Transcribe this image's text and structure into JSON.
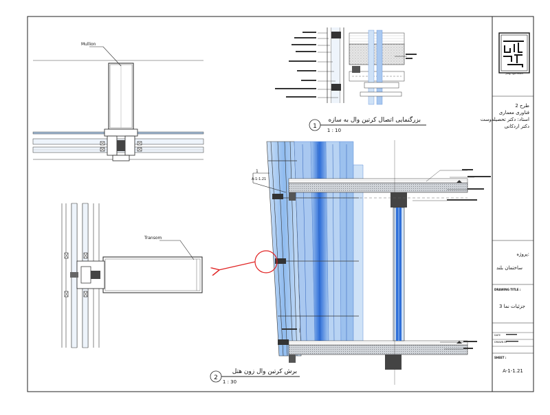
{
  "labels": {
    "mullion": "Mullion",
    "transom": "Transom"
  },
  "views": {
    "view1": {
      "number": "1",
      "title": "بزرگنمایی اتصال کرتین وال به سازه",
      "scale": "1 : 10"
    },
    "view2": {
      "number": "2",
      "title": "برش کرتین وال زون هتل",
      "scale": "1 : 30"
    },
    "callout": {
      "number": "1",
      "ref": "A-1-1.21"
    }
  },
  "title_block": {
    "logo_text": "دانشگاه شهید بهشتی",
    "course": "طرح 2",
    "subject": "فناوری معماری",
    "instructor_1": "استاد: دکتر تحصیلدوست",
    "instructor_2": "دکتر اردکانی",
    "project_label": "پروژه:",
    "project_name": "ساختمان بلند",
    "drawing_title_label": "DRAWING TITLE :",
    "drawing_title": "جزئیات نما 3",
    "date_label": "DATE",
    "drawn_by_label": "DRAWN BY",
    "sheet_label": "SHEET :",
    "sheet_number": "A-1-1.21"
  },
  "colors": {
    "glass_light": "#bcd6f2",
    "glass_mid": "#7fb0ea",
    "glass_dark": "#2f6fd8",
    "concrete": "#d8d8d8",
    "callout_red": "#e02020",
    "line": "#222222"
  }
}
